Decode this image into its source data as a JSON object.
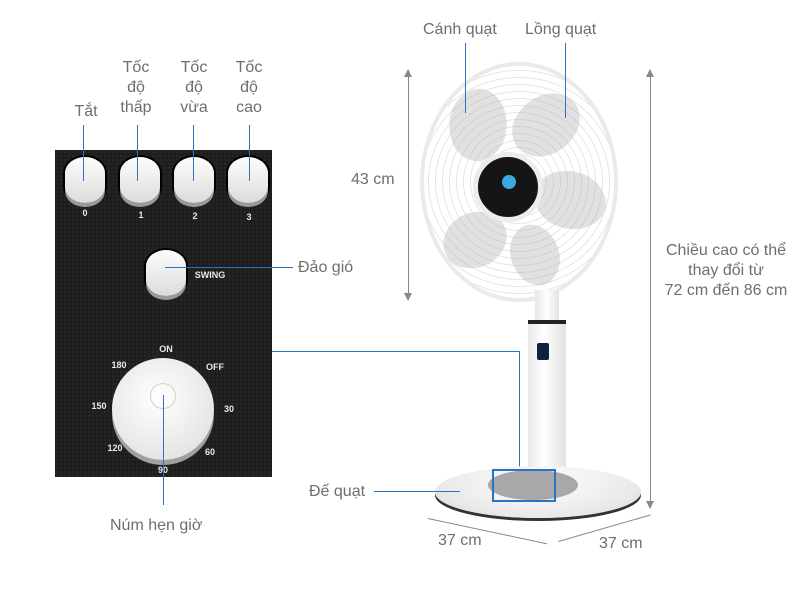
{
  "labels": {
    "off": "Tắt",
    "speed_low": "Tốc\nđộ\nthấp",
    "speed_mid": "Tốc\nđộ\nvừa",
    "speed_high": "Tốc\nđộ\ncao",
    "swing": "Đảo gió",
    "timer": "Núm hẹn giờ",
    "base": "Đế quạt",
    "blade": "Cánh quạt",
    "cage": "Lồng quạt",
    "height_head": "43 cm",
    "height_range": "Chiều cao có thể\nthay đổi từ\n72 cm đến 86 cm",
    "width_left": "37 cm",
    "width_right": "37 cm"
  },
  "panel": {
    "buttons": [
      "0",
      "1",
      "2",
      "3"
    ],
    "swing_text": "SWING",
    "timer_marks": {
      "on": "ON",
      "off": "OFF",
      "m30": "30",
      "m60": "60",
      "m90": "90",
      "m120": "120",
      "m150": "150",
      "m180": "180"
    }
  },
  "colors": {
    "callout_line": "#2a74c8",
    "label_text": "#6e6e6e",
    "panel_bg": "#1e1e1e"
  }
}
